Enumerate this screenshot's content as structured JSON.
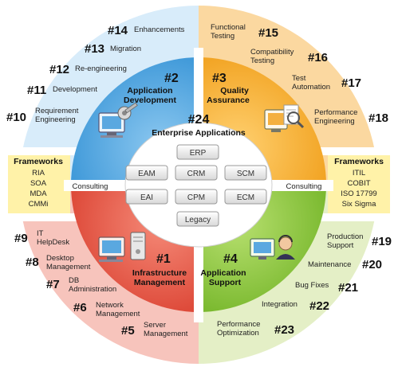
{
  "center_title": "#24 Enterprise Applications",
  "center_title_num": "#24",
  "center_title_text": "Enterprise Applications",
  "chips": [
    "ERP",
    "EAM",
    "CRM",
    "SCM",
    "EAI",
    "CPM",
    "ECM",
    "Legacy"
  ],
  "quadrants": {
    "tl": {
      "num": "#2",
      "title_line1": "Application",
      "title_line2": "Development",
      "color": "#3a9ad9"
    },
    "tr": {
      "num": "#3",
      "title_line1": "Quality",
      "title_line2": "Assurance",
      "color": "#f0a020"
    },
    "bl": {
      "num": "#1",
      "title_line1": "Infrastructure",
      "title_line2": "Management",
      "color": "#e04a3a"
    },
    "br": {
      "num": "#4",
      "title_line1": "Application",
      "title_line2": "Support",
      "color": "#7cbf2a"
    }
  },
  "consulting": {
    "left": "Consulting",
    "right": "Consulting"
  },
  "frameworks_left": {
    "title": "Frameworks",
    "items": [
      "RIA",
      "SOA",
      "MDA",
      "CMMi"
    ]
  },
  "frameworks_right": {
    "title": "Frameworks",
    "items": [
      "ITIL",
      "COBIT",
      "ISO 17799",
      "Six Sigma"
    ]
  },
  "services": {
    "s14": {
      "num": "#14",
      "label": "Enhancements"
    },
    "s13": {
      "num": "#13",
      "label": "Migration"
    },
    "s12": {
      "num": "#12",
      "label": "Re-engineering"
    },
    "s11": {
      "num": "#11",
      "label": "Development"
    },
    "s10": {
      "num": "#10",
      "label1": "Requirement",
      "label2": "Engineering"
    },
    "s15": {
      "num": "#15",
      "label1": "Functional",
      "label2": "Testing"
    },
    "s16": {
      "num": "#16",
      "label1": "Compatibility",
      "label2": "Testing"
    },
    "s17": {
      "num": "#17",
      "label1": "Test",
      "label2": "Automation"
    },
    "s18": {
      "num": "#18",
      "label1": "Performance",
      "label2": "Engineering"
    },
    "s9": {
      "num": "#9",
      "label1": "IT",
      "label2": "HelpDesk"
    },
    "s8": {
      "num": "#8",
      "label1": "Desktop",
      "label2": "Management"
    },
    "s7": {
      "num": "#7",
      "label1": "DB",
      "label2": "Administration"
    },
    "s6": {
      "num": "#6",
      "label1": "Network",
      "label2": "Management"
    },
    "s5": {
      "num": "#5",
      "label1": "Server",
      "label2": "Management"
    },
    "s19": {
      "num": "#19",
      "label1": "Production",
      "label2": "Support"
    },
    "s20": {
      "num": "#20",
      "label": "Maintenance"
    },
    "s21": {
      "num": "#21",
      "label": "Bug Fixes"
    },
    "s22": {
      "num": "#22",
      "label": "Integration"
    },
    "s23": {
      "num": "#23",
      "label1": "Performance",
      "label2": "Optimization"
    }
  }
}
